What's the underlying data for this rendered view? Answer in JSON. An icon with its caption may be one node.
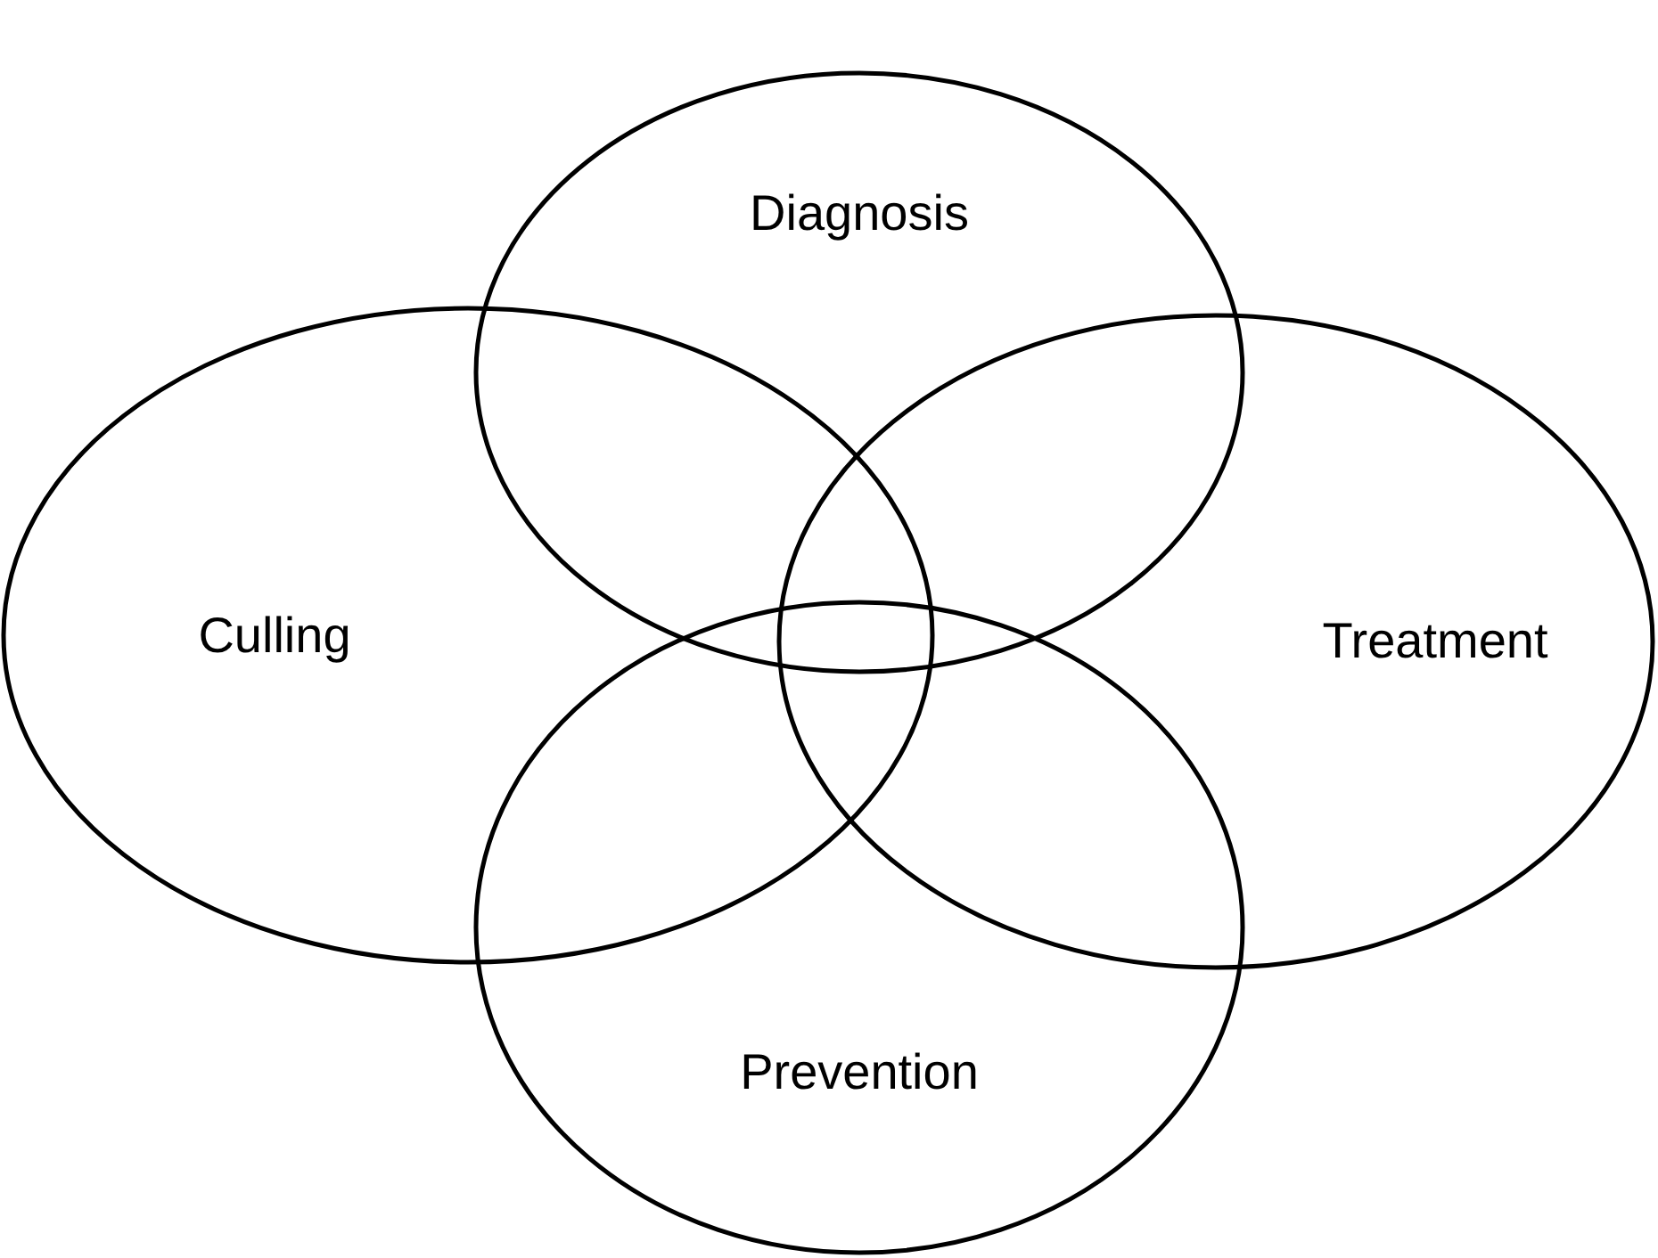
{
  "diagram": {
    "nodes": [
      {
        "text": [
          "Diagnosis"
        ]
      },
      {
        "text": [
          "Culling"
        ]
      },
      {
        "text": [
          "Treatment"
        ]
      },
      {
        "text": [
          "Prevention"
        ]
      }
    ]
  }
}
